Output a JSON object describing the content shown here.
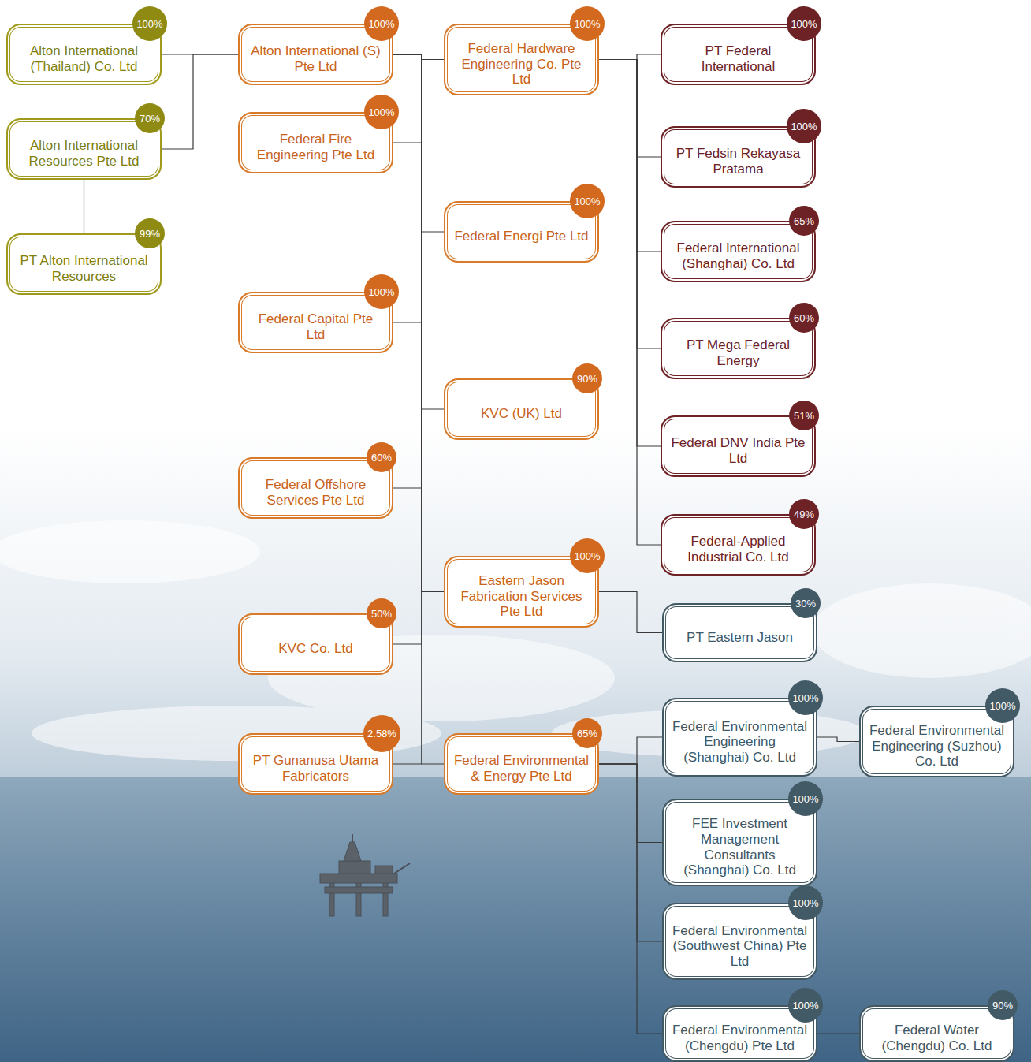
{
  "diagram": {
    "nodes": [
      {
        "text": [
          "Alton International (Thailand) Co. Ltd"
        ]
      },
      {
        "text": [
          "100%"
        ],
        "in": 0
      },
      {
        "text": [
          "Alton International Resources Pte Ltd"
        ]
      },
      {
        "text": [
          "70%"
        ],
        "in": 2
      },
      {
        "text": [
          "PT Alton International Resources"
        ]
      },
      {
        "text": [
          "99%"
        ],
        "in": 4
      },
      {
        "text": [
          "Alton International (S) Pte Ltd"
        ]
      },
      {
        "text": [
          "100%"
        ],
        "in": 6
      },
      {
        "text": [
          "Federal Fire Engineering Pte Ltd"
        ]
      },
      {
        "text": [
          "100%"
        ],
        "in": 8
      },
      {
        "text": [
          "Federal Capital Pte Ltd"
        ]
      },
      {
        "text": [
          "100%"
        ],
        "in": 10
      },
      {
        "text": [
          "Federal Offshore Services Pte Ltd"
        ]
      },
      {
        "text": [
          "60%"
        ],
        "in": 12
      },
      {
        "text": [
          "KVC Co. Ltd"
        ]
      },
      {
        "text": [
          "50%"
        ],
        "in": 14
      },
      {
        "text": [
          "PT Gunanusa Utama Fabricators"
        ]
      },
      {
        "text": [
          "2.58%"
        ],
        "in": 16
      },
      {
        "text": [
          "Federal Hardware Engineering Co. Pte Ltd"
        ]
      },
      {
        "text": [
          "100%"
        ],
        "in": 18
      },
      {
        "text": [
          "Federal Energi Pte Ltd"
        ]
      },
      {
        "text": [
          "100%"
        ],
        "in": 20
      },
      {
        "text": [
          "KVC (UK) Ltd"
        ]
      },
      {
        "text": [
          "90%"
        ],
        "in": 22
      },
      {
        "text": [
          "Eastern Jason Fabrication Services Pte Ltd"
        ]
      },
      {
        "text": [
          "100%"
        ],
        "in": 24
      },
      {
        "text": [
          "Federal Environmental & Energy Pte Ltd"
        ]
      },
      {
        "text": [
          "65%"
        ],
        "in": 26
      },
      {
        "text": [
          "PT Federal International"
        ]
      },
      {
        "text": [
          "100%"
        ],
        "in": 28
      },
      {
        "text": [
          "PT Fedsin Rekayasa Pratama"
        ]
      },
      {
        "text": [
          "100%"
        ],
        "in": 30
      },
      {
        "text": [
          "Federal International (Shanghai) Co. Ltd"
        ]
      },
      {
        "text": [
          "65%"
        ],
        "in": 32
      },
      {
        "text": [
          "PT Mega Federal Energy"
        ]
      },
      {
        "text": [
          "60%"
        ],
        "in": 34
      },
      {
        "text": [
          "Federal DNV India Pte Ltd"
        ]
      },
      {
        "text": [
          "51%"
        ],
        "in": 36
      },
      {
        "text": [
          "Federal-Applied Industrial Co. Ltd"
        ]
      },
      {
        "text": [
          "49%"
        ],
        "in": 38
      },
      {
        "text": [
          "PT Eastern Jason"
        ]
      },
      {
        "text": [
          "30%"
        ],
        "in": 40
      },
      {
        "text": [
          "Federal Environmental Engineering (Shanghai) Co. Ltd"
        ]
      },
      {
        "text": [
          "100%"
        ],
        "in": 42
      },
      {
        "text": [
          "FEE Investment Management Consultants (Shanghai) Co. Ltd"
        ]
      },
      {
        "text": [
          "100%"
        ],
        "in": 44
      },
      {
        "text": [
          "Federal Environmental (Southwest China) Pte Ltd"
        ]
      },
      {
        "text": [
          "100%"
        ],
        "in": 46
      },
      {
        "text": [
          "Federal Environmental (Chengdu) Pte Ltd"
        ]
      },
      {
        "text": [
          "100%"
        ],
        "in": 48
      },
      {
        "text": [
          "Federal Environmental Engineering (Suzhou) Co. Ltd"
        ]
      },
      {
        "text": [
          "100%"
        ],
        "in": 50
      },
      {
        "text": [
          "Federal Water (Chengdu) Co. Ltd"
        ]
      },
      {
        "text": [
          "90%"
        ],
        "in": 52
      }
    ],
    "edges": [
      {
        "from": 6,
        "to": 0,
        "arrow": "none"
      },
      {
        "from": 6,
        "to": 2,
        "arrow": "none"
      },
      {
        "from": 2,
        "to": 4,
        "arrow": "none"
      },
      {
        "from": 6,
        "to": 8,
        "arrow": "none"
      },
      {
        "from": 6,
        "to": 10,
        "arrow": "none"
      },
      {
        "from": 6,
        "to": 12,
        "arrow": "none"
      },
      {
        "from": 6,
        "to": 14,
        "arrow": "none"
      },
      {
        "from": 6,
        "to": 16,
        "arrow": "none"
      },
      {
        "from": 6,
        "to": 18,
        "arrow": "none"
      },
      {
        "from": 6,
        "to": 20,
        "arrow": "none"
      },
      {
        "from": 6,
        "to": 22,
        "arrow": "none"
      },
      {
        "from": 6,
        "to": 24,
        "arrow": "none"
      },
      {
        "from": 6,
        "to": 26,
        "arrow": "none"
      },
      {
        "from": 18,
        "to": 28,
        "arrow": "none"
      },
      {
        "from": 18,
        "to": 30,
        "arrow": "none"
      },
      {
        "from": 18,
        "to": 32,
        "arrow": "none"
      },
      {
        "from": 18,
        "to": 34,
        "arrow": "none"
      },
      {
        "from": 18,
        "to": 36,
        "arrow": "none"
      },
      {
        "from": 18,
        "to": 38,
        "arrow": "none"
      },
      {
        "from": 24,
        "to": 40,
        "arrow": "none"
      },
      {
        "from": 26,
        "to": 42,
        "arrow": "none"
      },
      {
        "from": 26,
        "to": 44,
        "arrow": "none"
      },
      {
        "from": 26,
        "to": 46,
        "arrow": "none"
      },
      {
        "from": 26,
        "to": 48,
        "arrow": "none"
      },
      {
        "from": 42,
        "to": 50,
        "arrow": "none"
      },
      {
        "from": 48,
        "to": 52,
        "arrow": "none"
      }
    ]
  }
}
